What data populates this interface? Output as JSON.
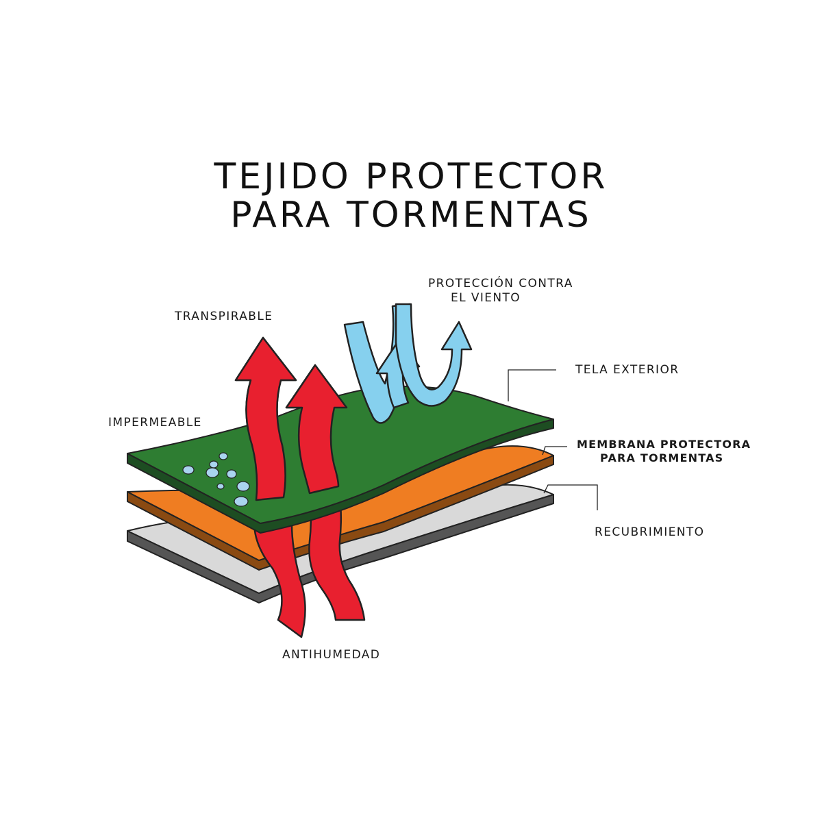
{
  "title": {
    "line1": "TEJIDO PROTECTOR",
    "line2": "PARA TORMENTAS"
  },
  "labels": {
    "transpirable": "TRANSPIRABLE",
    "wind_line1": "PROTECCIÓN CONTRA",
    "wind_line2": "EL VIENTO",
    "impermeable": "IMPERMEABLE",
    "tela_exterior": "TELA EXTERIOR",
    "membrana_line1": "MEMBRANA PROTECTORA",
    "membrana_line2": "PARA TORMENTAS",
    "recubrimiento": "RECUBRIMIENTO",
    "antihumedad": "ANTIHUMEDAD"
  },
  "layers": [
    {
      "name": "tela exterior",
      "color": "#2e7d32"
    },
    {
      "name": "membrana protectora",
      "color": "#ef7d22"
    },
    {
      "name": "recubrimiento",
      "color": "#d9d9d9"
    }
  ],
  "arrow_colors": {
    "breathable": "#e8202f",
    "wind": "#86d0ee",
    "water_drops": "#a9d4ef"
  }
}
